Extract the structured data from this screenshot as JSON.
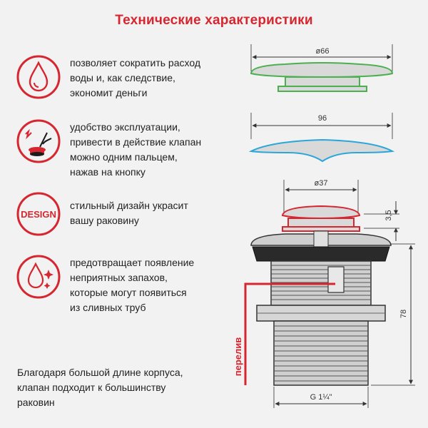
{
  "title": "Технические характеристики",
  "features": [
    {
      "icon": "water-drop-icon",
      "text": "позволяет сократить расход\nводы и, как следствие,\nэкономит деньги"
    },
    {
      "icon": "finger-press-icon",
      "text": "удобство эксплуатации,\nпривести в действие клапан\nможно одним пальцем,\nнажав на кнопку"
    },
    {
      "icon": "design-badge-icon",
      "icon_label": "DESIGN",
      "text": "стильный дизайн украсит\nвашу раковину"
    },
    {
      "icon": "clean-drop-icon",
      "text": "предотвращает  появление\nнеприятных запахов,\nкоторые могут появиться\nиз сливных труб"
    }
  ],
  "bottom_note": "Благодаря большой длине корпуса,\nклапан подходит к большинству\nраковин",
  "dimensions": {
    "cap_green": "ø66",
    "cap_blue": "96",
    "cap_red": "ø37",
    "cap_height": "3,5",
    "body_height": "78",
    "thread": "G 1¼\""
  },
  "overflow_label": "перелив",
  "colors": {
    "accent": "#d62630",
    "green_outline": "#4caf50",
    "blue_outline": "#2aa6d9",
    "red_outline": "#d62630"
  }
}
